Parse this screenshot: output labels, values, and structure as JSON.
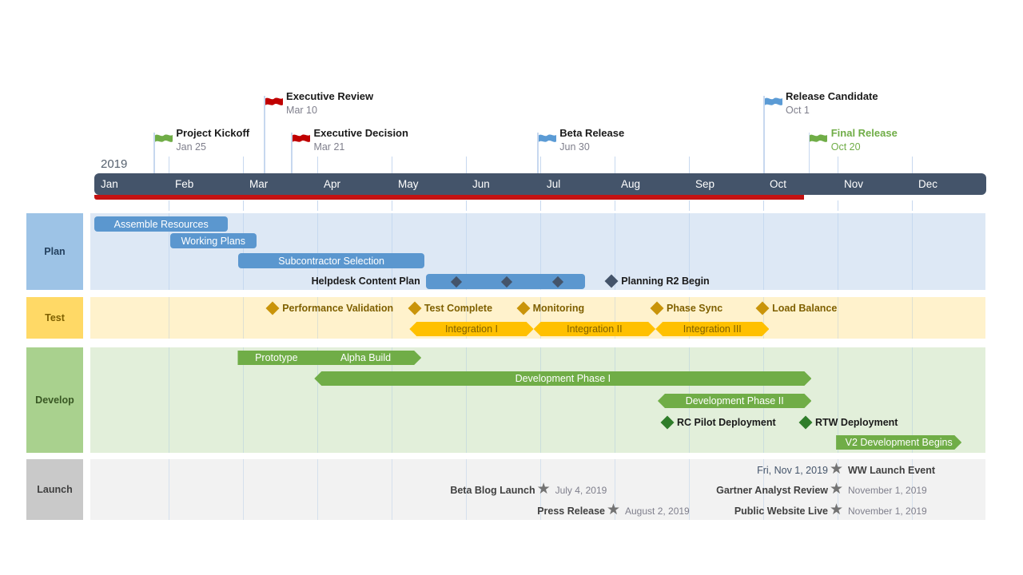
{
  "colors": {
    "band": "#44546a",
    "progress": "#c41212",
    "tick": "#c7d8ef",
    "gridline": "rgba(141,179,226,0.28)",
    "blue_bar": "#5b97cf",
    "dark_diamond": "#44546a",
    "gold_diamond": "#c9940a",
    "orange_arrow": "#ffc000",
    "green_bar": "#70ad47",
    "green_diamond": "#2f7d2a",
    "plan_label_box": "#9dc3e6",
    "plan_bg": "#dde8f5",
    "plan_text": "#24415f",
    "test_label_box": "#ffd966",
    "test_bg": "#fff2cc",
    "test_text": "#7f6000",
    "dev_label_box": "#a9d18e",
    "dev_bg": "#e2efda",
    "dev_text": "#385723",
    "launch_label_box": "#c9c9c9",
    "launch_bg": "#f2f2f2",
    "launch_text": "#404040",
    "flag_green": "#70ad47",
    "flag_red": "#c00000",
    "flag_blue": "#5b9bd5",
    "black_label": "#1a1a1a",
    "date_gray": "#7f7f8c",
    "date_blue": "#44546a",
    "star": "#737373"
  },
  "chart_data": {
    "type": "bar",
    "subtype": "gantt-timeline",
    "year": "2019",
    "months": [
      "Jan",
      "Feb",
      "Mar",
      "Apr",
      "May",
      "Jun",
      "Jul",
      "Aug",
      "Sep",
      "Oct",
      "Nov",
      "Dec"
    ],
    "progress_end_month": 10.55,
    "top_milestones": [
      {
        "label": "Project Kickoff",
        "date": "Jan 25",
        "month": 1.8,
        "flag": "green",
        "row": "low"
      },
      {
        "label": "Executive Review",
        "date": "Mar 10",
        "month": 3.28,
        "flag": "red",
        "row": "high"
      },
      {
        "label": "Executive Decision",
        "date": "Mar 21",
        "month": 3.65,
        "flag": "red",
        "row": "low"
      },
      {
        "label": "Beta Release",
        "date": "Jun 30",
        "month": 6.96,
        "flag": "blue",
        "row": "low"
      },
      {
        "label": "Release Candidate",
        "date": "Oct 1",
        "month": 10.0,
        "flag": "blue",
        "row": "high"
      },
      {
        "label": "Final Release",
        "date": "Oct 20",
        "month": 10.61,
        "flag": "green",
        "row": "low",
        "green_text": true
      }
    ],
    "lanes": [
      {
        "name": "Plan",
        "items": [
          {
            "type": "bar",
            "row": 0,
            "start": 1.0,
            "end": 2.8,
            "label": "Assemble Resources"
          },
          {
            "type": "bar",
            "row": 1,
            "start": 2.02,
            "end": 3.18,
            "label": "Working Plans"
          },
          {
            "type": "bar",
            "row": 2,
            "start": 2.94,
            "end": 5.44,
            "label": "Subcontractor Selection"
          },
          {
            "type": "bar",
            "row": 3,
            "start": 5.46,
            "end": 7.6,
            "label": "",
            "label_left": "Helpdesk Content Plan",
            "diamonds": [
              5.87,
              6.55,
              7.24
            ]
          },
          {
            "type": "milestone",
            "row": 3,
            "month": 7.96,
            "label": "Planning R2 Begin"
          }
        ]
      },
      {
        "name": "Test",
        "items": [
          {
            "type": "milestone",
            "row": 0,
            "month": 3.4,
            "label": "Performance Validation"
          },
          {
            "type": "milestone",
            "row": 0,
            "month": 5.31,
            "label": "Test Complete"
          },
          {
            "type": "milestone",
            "row": 0,
            "month": 6.77,
            "label": "Monitoring"
          },
          {
            "type": "milestone",
            "row": 0,
            "month": 8.57,
            "label": "Phase Sync"
          },
          {
            "type": "milestone",
            "row": 0,
            "month": 9.99,
            "label": "Load Balance"
          },
          {
            "type": "arrow",
            "row": 1,
            "start": 5.24,
            "end": 6.91,
            "label": "Integration I",
            "tips": "both"
          },
          {
            "type": "arrow",
            "row": 1,
            "start": 6.91,
            "end": 8.55,
            "label": "Integration II",
            "tips": "both"
          },
          {
            "type": "arrow",
            "row": 1,
            "start": 8.55,
            "end": 10.08,
            "label": "Integration III",
            "tips": "both"
          }
        ]
      },
      {
        "name": "Develop",
        "items": [
          {
            "type": "arrow",
            "row": 0,
            "start": 2.93,
            "end": 5.4,
            "tips": "right",
            "labels": [
              {
                "text": "Prototype",
                "center": 3.45
              },
              {
                "text": "Alpha Build",
                "center": 4.65
              }
            ]
          },
          {
            "type": "arrow",
            "row": 1,
            "start": 3.96,
            "end": 10.65,
            "label": "Development Phase I",
            "tips": "both"
          },
          {
            "type": "arrow",
            "row": 2,
            "start": 8.58,
            "end": 10.65,
            "label": "Development Phase II",
            "tips": "both"
          },
          {
            "type": "milestone",
            "row": 3,
            "month": 8.71,
            "label": "RC Pilot Deployment"
          },
          {
            "type": "milestone",
            "row": 3,
            "month": 10.57,
            "label": "RTW Deployment"
          },
          {
            "type": "arrow",
            "row": 4,
            "start": 10.98,
            "end": 12.67,
            "label": "V2 Development Begins",
            "tips": "right"
          }
        ]
      },
      {
        "name": "Launch",
        "items": [
          {
            "type": "star",
            "row": 0,
            "month": 11.0,
            "left": "Fri, Nov 1, 2019",
            "left_style": "date-blue",
            "right": "WW Launch Event",
            "right_style": "label"
          },
          {
            "type": "star",
            "row": 1,
            "month": 7.06,
            "left": "Beta Blog Launch",
            "left_style": "label",
            "right": "July 4, 2019",
            "right_style": "date"
          },
          {
            "type": "star",
            "row": 1,
            "month": 11.0,
            "left": "Gartner Analyst Review",
            "left_style": "label",
            "right": "November 1, 2019",
            "right_style": "date"
          },
          {
            "type": "star",
            "row": 2,
            "month": 8.0,
            "left": "Press Release",
            "left_style": "label",
            "right": "August 2, 2019",
            "right_style": "date"
          },
          {
            "type": "star",
            "row": 2,
            "month": 11.0,
            "left": "Public Website Live",
            "left_style": "label",
            "right": "November 1, 2019",
            "right_style": "date"
          }
        ]
      }
    ]
  }
}
